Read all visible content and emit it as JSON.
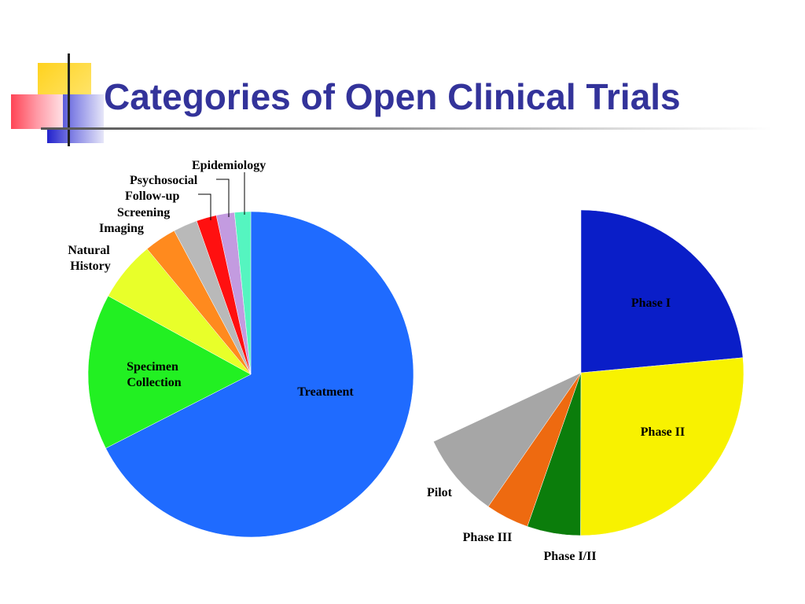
{
  "title": "Categories of Open Clinical Trials",
  "chart_data": [
    {
      "type": "pie",
      "title": "",
      "slices": [
        {
          "label": "Treatment",
          "value": 67.5,
          "color": "#1f6bff"
        },
        {
          "label": "Specimen Collection",
          "value": 15.5,
          "color": "#22f022"
        },
        {
          "label": "Natural History",
          "value": 6.0,
          "color": "#e8ff2a"
        },
        {
          "label": "Imaging",
          "value": 3.2,
          "color": "#ff8a1e"
        },
        {
          "label": "Screening",
          "value": 2.4,
          "color": "#b9b9b9"
        },
        {
          "label": "Follow-up",
          "value": 2.0,
          "color": "#ff1010"
        },
        {
          "label": "Psychosocial",
          "value": 1.8,
          "color": "#c39be0"
        },
        {
          "label": "Epidemiology",
          "value": 1.6,
          "color": "#55f5c0"
        }
      ]
    },
    {
      "type": "pie",
      "title": "",
      "slices": [
        {
          "label": "Phase I",
          "value": 23.5,
          "color": "#0a1ec8"
        },
        {
          "label": "Phase II",
          "value": 26.5,
          "color": "#f8f200"
        },
        {
          "label": "Phase I/II",
          "value": 5.3,
          "color": "#0b7d0b"
        },
        {
          "label": "Phase III",
          "value": 4.3,
          "color": "#ee6a10"
        },
        {
          "label": "Pilot",
          "value": 8.4,
          "color": "#a6a6a6"
        }
      ]
    }
  ]
}
